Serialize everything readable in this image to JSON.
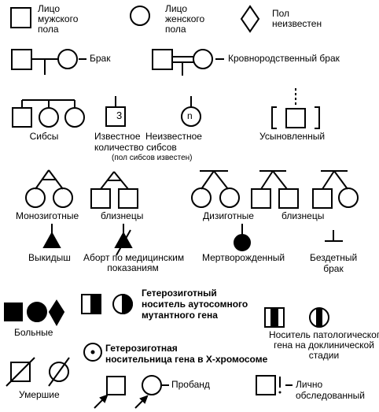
{
  "labels": {
    "male_l1": "Лицо",
    "male_l2": "мужского",
    "male_l3": "пола",
    "female_l1": "Лицо",
    "female_l2": "женского",
    "female_l3": "пола",
    "unknown_l1": "Пол",
    "unknown_l2": "неизвестен",
    "marriage": "Брак",
    "consanguineous": "Кровнородственный брак",
    "siblings": "Сибсы",
    "known_sibs_number": "3",
    "unknown_sibs_letter": "n",
    "known_sibs_l1": "Известное",
    "unknown_sibs_l1": "Неизвестное",
    "sibs_count": "количество сибсов",
    "sibs_sex_known": "(пол сибсов известен)",
    "adopted": "Усыновленный",
    "monozygotic": "Монозиготные",
    "twins_mz": "близнецы",
    "dizygotic": "Дизиготные",
    "twins_dz": "близнецы",
    "miscarriage": "Выкидыш",
    "abortion_l1": "Аборт по медицинским",
    "abortion_l2": "показаниям",
    "stillborn": "Мертворожденный",
    "childless_l1": "Бездетный",
    "childless_l2": "брак",
    "affected": "Больные",
    "hetero_l1": "Гетерозиготный",
    "hetero_l2": "носитель аутосомного",
    "hetero_l3": "мутантного гена",
    "precl_l1": "Носитель патологического",
    "precl_l2": "гена на доклинической",
    "precl_l3": "стадии",
    "xcarrier_l1": "Гетерозиготная",
    "xcarrier_l2": "носительница гена в Х-хромосоме",
    "deceased": "Умершие",
    "proband": "Пробанд",
    "examined_l1": "Лично",
    "examined_l2": "обследованный"
  }
}
